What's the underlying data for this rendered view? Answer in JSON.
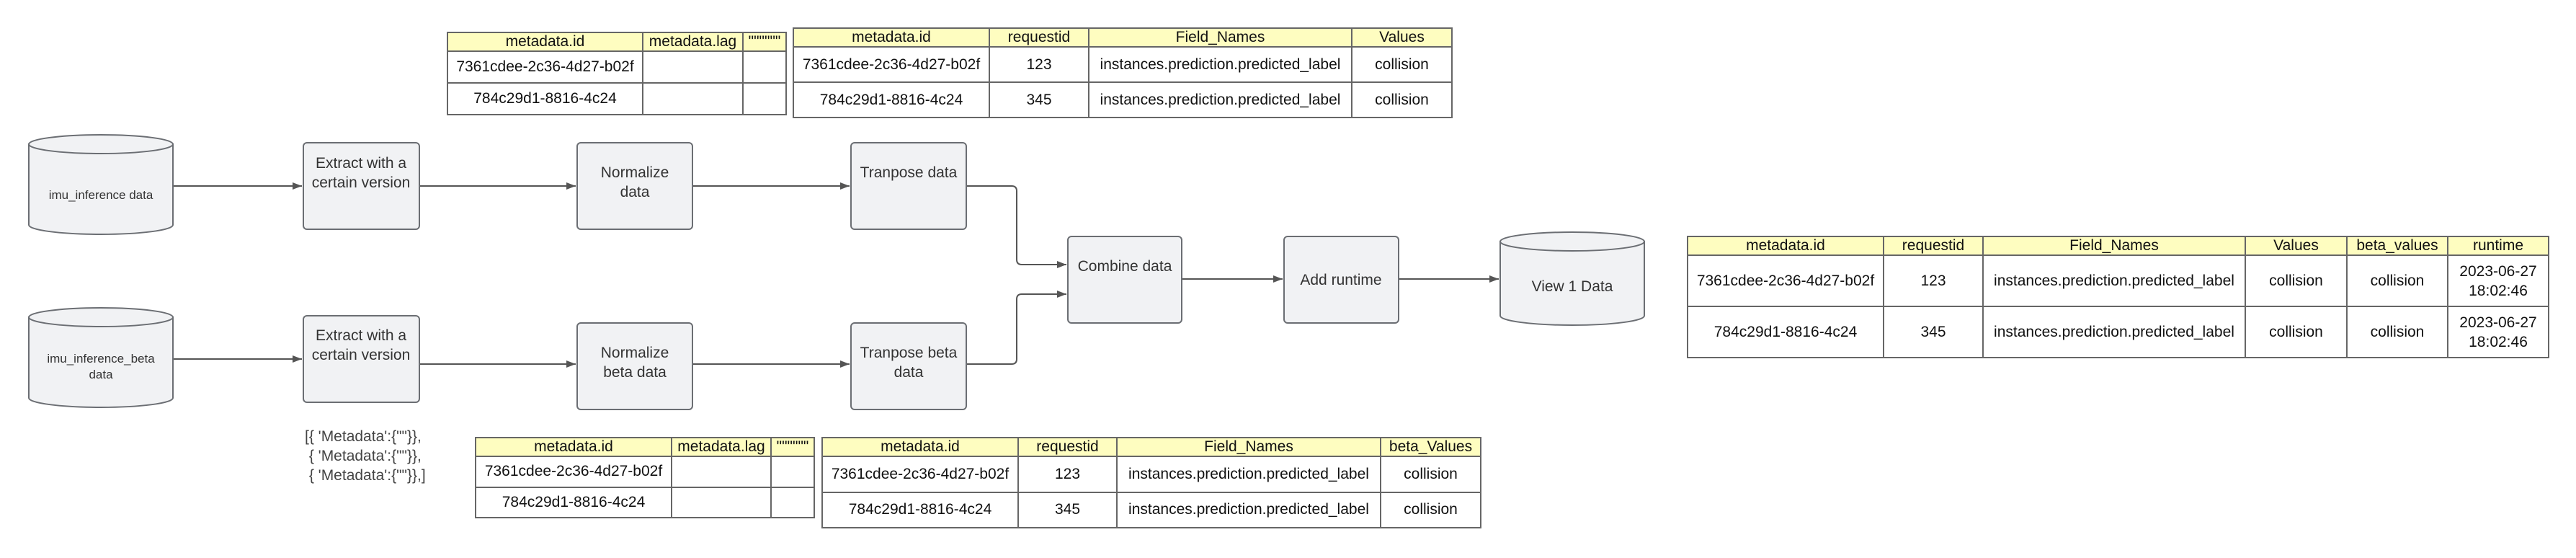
{
  "nodes": {
    "imu_inference": "imu_inference data",
    "imu_inference_beta": "imu_inference_beta data",
    "extract_top": "Extract with a certain version",
    "extract_bottom": "Extract with a certain version",
    "normalize_top": "Normalize data",
    "normalize_bottom": "Normalize beta data",
    "transpose_top": "Tranpose data",
    "transpose_bottom": "Tranpose beta data",
    "combine": "Combine data",
    "add_runtime": "Add runtime",
    "view": "View 1 Data"
  },
  "note_metadata": "[{ 'Metadata':{\"\"}},\n { 'Metadata':{\"\"}},\n { 'Metadata':{\"\"}},]",
  "tables": {
    "metadata_top": {
      "headers": [
        "metadata.id",
        "metadata.lag",
        "\"\"\"\"\"\""
      ],
      "rows": [
        [
          "7361cdee-2c36-4d27-b02f",
          "",
          ""
        ],
        [
          "784c29d1-8816-4c24",
          "",
          ""
        ]
      ]
    },
    "transposed_top": {
      "headers": [
        "metadata.id",
        "requestid",
        "Field_Names",
        "Values"
      ],
      "rows": [
        [
          "7361cdee-2c36-4d27-b02f",
          "123",
          "instances.prediction.predicted_label",
          "collision"
        ],
        [
          "784c29d1-8816-4c24",
          "345",
          "instances.prediction.predicted_label",
          "collision"
        ]
      ]
    },
    "metadata_bottom": {
      "headers": [
        "metadata.id",
        "metadata.lag",
        "\"\"\"\"\"\""
      ],
      "rows": [
        [
          "7361cdee-2c36-4d27-b02f",
          "",
          ""
        ],
        [
          "784c29d1-8816-4c24",
          "",
          ""
        ]
      ]
    },
    "transposed_bottom": {
      "headers": [
        "metadata.id",
        "requestid",
        "Field_Names",
        "beta_Values"
      ],
      "rows": [
        [
          "7361cdee-2c36-4d27-b02f",
          "123",
          "instances.prediction.predicted_label",
          "collision"
        ],
        [
          "784c29d1-8816-4c24",
          "345",
          "instances.prediction.predicted_label",
          "collision"
        ]
      ]
    },
    "final": {
      "headers": [
        "metadata.id",
        "requestid",
        "Field_Names",
        "Values",
        "beta_values",
        "runtime"
      ],
      "rows": [
        [
          "7361cdee-2c36-4d27-b02f",
          "123",
          "instances.prediction.predicted_label",
          "collision",
          "collision",
          "2023-06-27 18:02:46"
        ],
        [
          "784c29d1-8816-4c24",
          "345",
          "instances.prediction.predicted_label",
          "collision",
          "collision",
          "2023-06-27 18:02:46"
        ]
      ]
    }
  },
  "colors": {
    "box_fill": "#f1f2f4",
    "box_stroke": "#6b6e73",
    "header_fill": "#fefdc0",
    "edge": "#555555"
  }
}
